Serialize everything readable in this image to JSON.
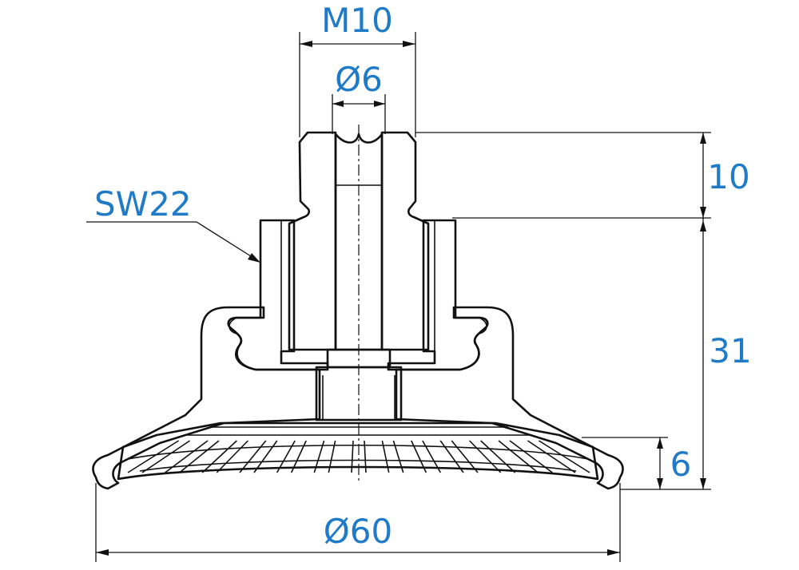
{
  "dimensions": {
    "thread": "M10",
    "bore": "Ø6",
    "wrench": "SW22",
    "thread_length": "10",
    "height": "31",
    "lip_height": "6",
    "diameter": "Ø60"
  },
  "colors": {
    "dimension_text": "#1f7ac8",
    "line": "#111111",
    "background": "#ffffff"
  }
}
